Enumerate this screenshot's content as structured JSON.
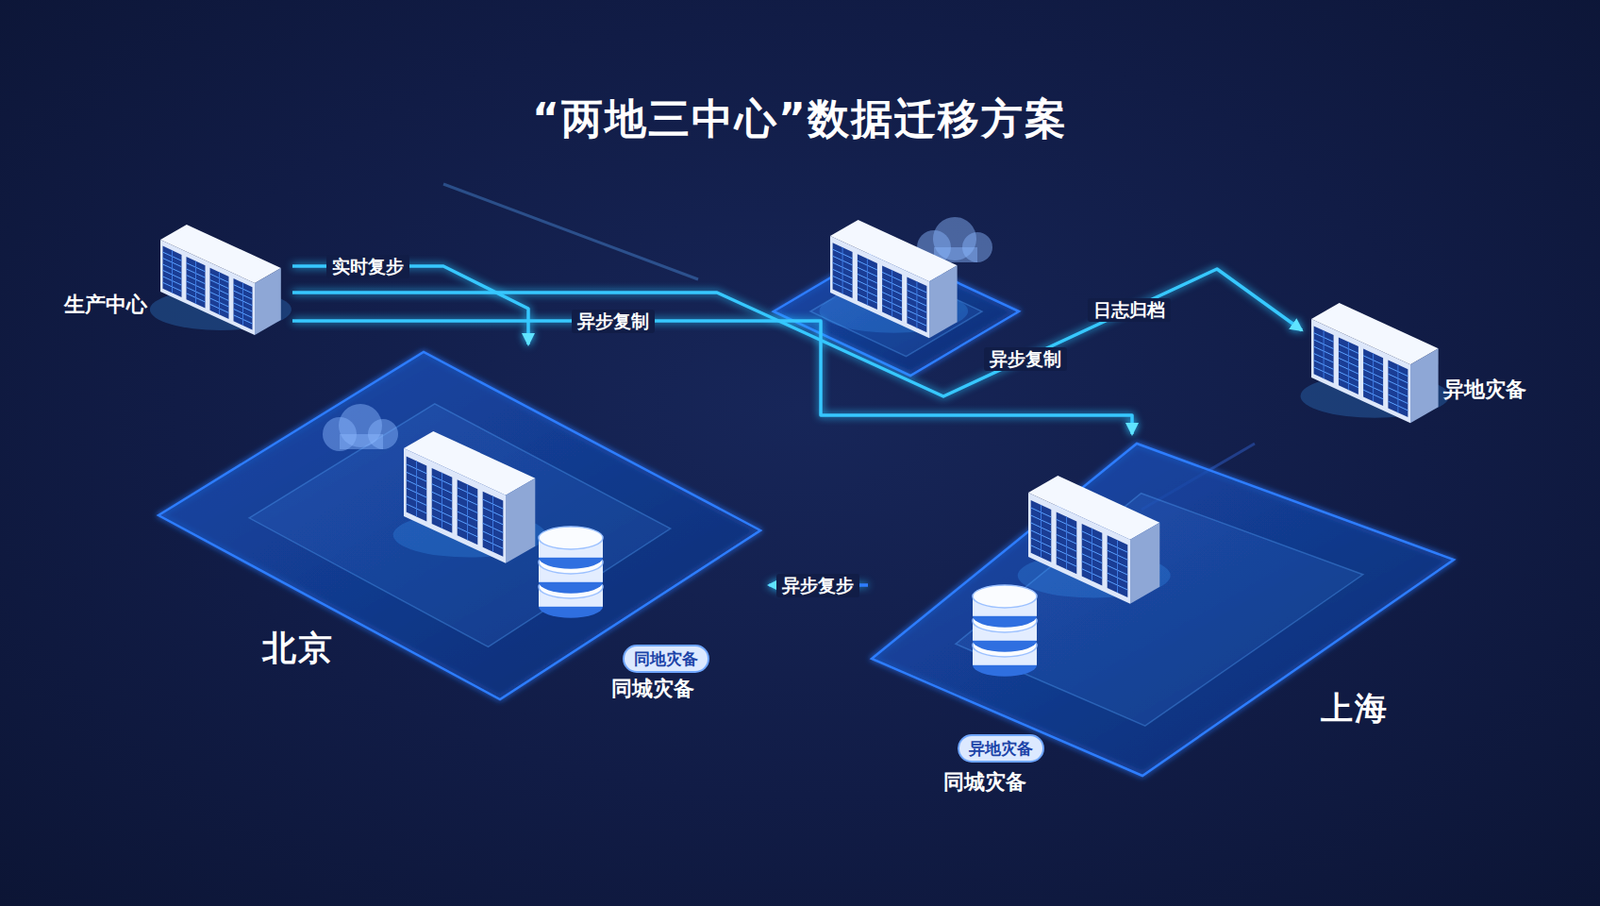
{
  "diagram": {
    "title": "“两地三中心”数据迁移方案",
    "nodes": [
      {
        "text": [
          "生产中心"
        ]
      },
      {
        "text": [
          "异地灾备"
        ]
      },
      {
        "text": [
          "北京",
          "同城灾备"
        ]
      },
      {
        "text": [
          "同地灾备"
        ],
        "in": 2
      },
      {
        "text": [
          "上海",
          "同城灾备"
        ]
      },
      {
        "text": [
          "异地灾备"
        ],
        "in": 4
      }
    ],
    "edges": [
      {
        "from": 0,
        "to": 2,
        "label": "实时复步",
        "arrow": "to"
      },
      {
        "from": 0,
        "to": 1,
        "label": "异步复制",
        "arrow": "to"
      },
      {
        "from": 0,
        "to": 4,
        "label": "异步复制",
        "arrow": "to"
      },
      {
        "from": 4,
        "to": 2,
        "label": "异步复步",
        "arrow": "to"
      }
    ],
    "labels": [
      "日志归档"
    ]
  }
}
